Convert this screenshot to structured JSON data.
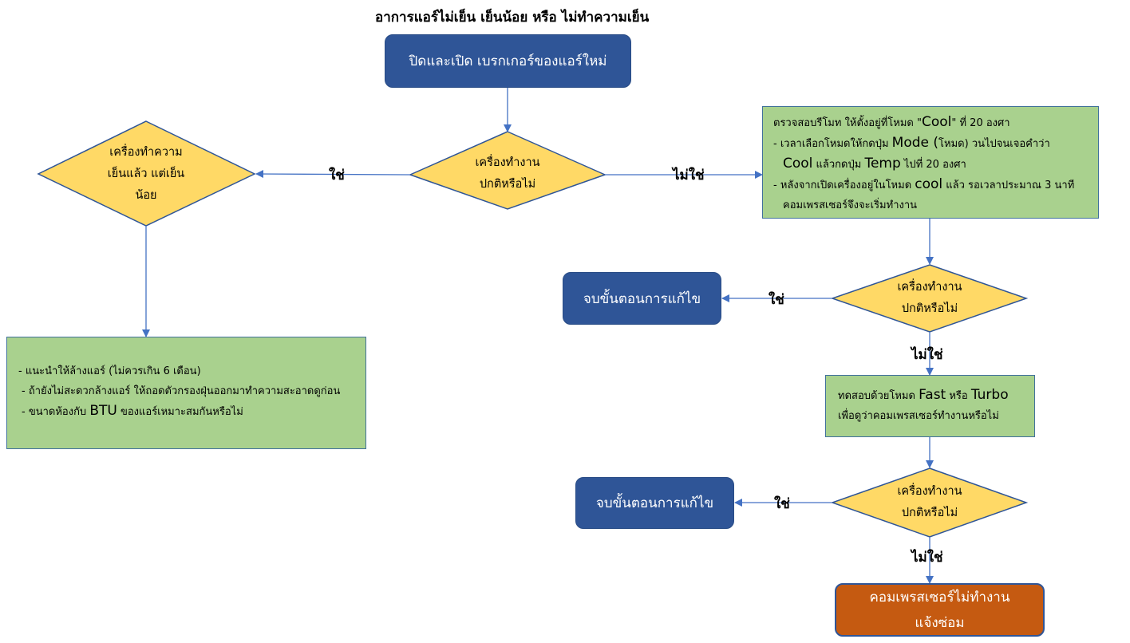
{
  "title": "อาการแอร์ไม่เย็น เย็นน้อย หรือ ไม่ทำความเย็น",
  "start_box": "ปิดและเปิด เบรกเกอร์ของแอร์ใหม่",
  "decision_1": {
    "line1": "เครื่องทำงาน",
    "line2": "ปกติหรือไม่"
  },
  "decision_left": {
    "line1": "เครื่องทำความ",
    "line2": "เย็นแล้ว แต่เย็น",
    "line3": "น้อย"
  },
  "label_yes_1": "ใช่",
  "label_no_1": "ไม่ใช่",
  "remote_box": {
    "l1a": "ตรวจสอบรีโมท ให้ตั้งอยู่ที่โหมด \"",
    "l1b": "Cool",
    "l1c": "\" ที่ 20 องศา",
    "l2a": "- เวลาเลือกโหมดให้กดปุ่ม ",
    "l2b": "Mode",
    "l2c": " (",
    "l2d": "โหมด) วนไปจนเจอคำว่า",
    "l3a": "Cool",
    "l3b": " แล้วกดปุ่ม ",
    "l3c": "Temp",
    "l3d": " ไปที่ 20 องศา",
    "l4a": "- หลังจากเปิดเครื่องอยู่ในโหมด ",
    "l4b": "cool",
    "l4c": " แล้ว รอเวลาประมาณ 3 นาที",
    "l5": "คอมเพรสเซอร์จึงจะเริ่มทำงาน"
  },
  "clean_box": {
    "l1": "- แนะนำให้ล้างแอร์ (ไม่ควรเกิน 6 เดือน)",
    "l2": "- ถ้ายังไม่สะดวกล้างแอร์ ให้ถอดตัวกรองฝุ่นออกมาทำความสะอาดดูก่อน",
    "l3a": "- ขนาดห้องกับ ",
    "l3b": "BTU",
    "l3c": " ของแอร์เหมาะสมกันหรือไม่"
  },
  "decision_2": {
    "line1": "เครื่องทำงาน",
    "line2": "ปกติหรือไม่"
  },
  "label_yes_2": "ใช่",
  "end_box_1": "จบขั้นตอนการแก้ไข",
  "label_no_2": "ไม่ใช่",
  "turbo_box": {
    "l1a": "ทดสอบด้วยโหมด ",
    "l1b": "Fast",
    "l1c": " หรือ ",
    "l1d": "Turbo",
    "l2": "เพื่อดูว่าคอมเพรสเซอร์ทำงานหรือไม่"
  },
  "decision_3": {
    "line1": "เครื่องทำงาน",
    "line2": "ปกติหรือไม่"
  },
  "label_yes_3": "ใช่",
  "end_box_2": "จบขั้นตอนการแก้ไข",
  "label_no_3": "ไม่ใช่",
  "final_box": {
    "line1": "คอมเพรสเซอร์ไม่ทำงาน",
    "line2": "แจ้งซ่อม"
  },
  "colors": {
    "blue_box": "#2f5597",
    "green_box": "#a9d18e",
    "diamond": "#ffd966",
    "orange_box": "#c55a11",
    "connector": "#4472c4"
  }
}
